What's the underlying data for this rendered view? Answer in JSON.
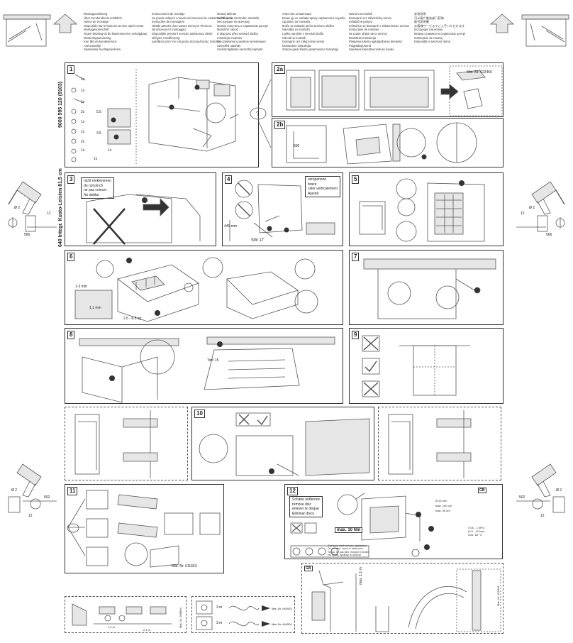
{
  "header": {
    "lang_cols": [
      [
        "Montageanleitung",
        "Über Kundendienst erhältlich",
        "Notice de montage",
        "Disponible par le biais du service après-vente",
        "Montagevoorschrift",
        "Tegen betaling bij de klantenservice verkrijgbaar",
        "Monteringsanvisning",
        "Kan fås via kundeservice",
        "Asennusohje",
        "Saatavissa huoltopalvelusta"
      ],
      [
        "Instrucciones de montaje",
        "Se puede adquirir a través del Servicio de Asistencia Técnica",
        "Instruções de montagem",
        "Obtido através dos nossos Serviços Técnicos",
        "Istruzioni per il montaggio",
        "Disponibile presso il servizio assistenza clienti",
        "Οδηγίες τοποθέτησης",
        "Διατίθεται από την υπηρεσία εξυπηρέτησης πελατών"
      ],
      [
        "Montaj talimatı",
        "Yetkili servis üzerinden alınabilir",
        "Инструкция по монтажу",
        "Можно получить в сервисном центре",
        "Montážní návod",
        "K dispozici přes servisní služby",
        "Instrukcja montażu",
        "Do uzyskania w punkcie serwisowym",
        "Szerelési utasítás",
        "Vevőszolgálaton keresztül kapható"
      ],
      [
        "Упатство за монтажа",
        "Може да се набави преку сервисната служба",
        "Uputstvo za montažu",
        "Može se nabaviti preko servisne službe",
        "Navodila za montažo",
        "Lahko naročite v servisni službi",
        "Návod na montáž",
        "Dostupný cez zákaznícky servis",
        "Montavimo instrukcija",
        "Galima gauti klientų aptarnavimo tarnyboje"
      ],
      [
        "Návod na montáž",
        "Dostupné cez zákaznícky servis",
        "Inštalačné pokyny",
        "Inštrukcie sú dostupné v zákazníckom servise",
        "Instrucțiuni de montare",
        "Se poate obține de la service",
        "Montāžas instrukcija",
        "Pieejama klientu apkalpošanas dienestā",
        "Paigaldusjuhend",
        "Saadaval klienditeeninduse kaudu"
      ],
      [
        "安装说明",
        "可从客户服务部门获取",
        "取付説明書",
        "お客様サービスでご入手いただけます",
        "Інструкція з монтажу",
        "Можна отримати в сервісному центрі",
        "Instrucțiuni de montaj",
        "Disponibil la serviciul clienți"
      ]
    ]
  },
  "document": {
    "part_number": "9000 595 120 (9103)",
    "side_label": "640 Integr. Kusto-Leisten 81,5 cm"
  },
  "panels": {
    "p1": {
      "num": "1",
      "parts": [
        "1x",
        "1x",
        "1x",
        "2x",
        "1x",
        "1x",
        "2x",
        "1x",
        "1x",
        "1x"
      ],
      "mm1": "5,5",
      "mm2": "3,5"
    },
    "p2a": {
      "num": "2a",
      "mat": "Mat.-Nr. 622456"
    },
    "p2b": {
      "num": "2b",
      "dim": "600"
    },
    "p3": {
      "num": "3",
      "warning": [
        "nicht einklemmen",
        "do not pinch",
        "ne pas coincer",
        "No doblar"
      ]
    },
    "p4": {
      "num": "4",
      "warning": [
        "verspannen",
        "brace",
        "caler verticalement",
        "Ajustar"
      ],
      "wrench": "SW 17",
      "dim": "445 mm"
    },
    "p5": {
      "num": "5"
    },
    "p6": {
      "num": "6",
      "load": "2,5 - 8,5 kg",
      "dims": [
        "1-3 mm",
        "1,1 mm"
      ]
    },
    "p7": {
      "num": "7"
    },
    "p8": {
      "num": "8",
      "torx": "Torx 15"
    },
    "p9": {
      "num": "9"
    },
    "p10": {
      "num": "10"
    },
    "p11": {
      "num": "11",
      "mat": "Mat.-Nr. 611653"
    },
    "p12": {
      "num": "12",
      "gb": "GB",
      "warning": [
        "Schabe entfernen",
        "remove disc",
        "enlever le disque",
        "Eliminar disco"
      ],
      "torque": "max. 10 Nm",
      "hose_note": [
        "Schlauch nicht knicken, quetschen",
        "Do not kink, crush or twist hose",
        "Tuyau: ne pas plier, écraser ni tordre",
        "No doblar, aplastar ni retorcer"
      ],
      "press": [
        "0,05 - 1 MPa",
        "(0,5 - 10 bar)",
        "max. 60 °C"
      ],
      "dim1": "Ø 22 mm",
      "dim2": "max. 100 cm",
      "dim3": "max. 90 cm"
    },
    "pgb": {
      "gb": "GB",
      "height": "max. 1,1 m",
      "mat": "Mat.-Nr. 425449"
    },
    "bottom_left": {
      "mat": "Mat.-Nr. 356984",
      "dims": [
        "1,2 m",
        "2,1 m"
      ]
    },
    "bottom_mid": {
      "len1": "3 m",
      "len2": "3 m",
      "mat1": "Mat.-Nr. 644533",
      "mat2": "Mat.-Nr. 644534"
    },
    "side": {
      "dim_a": "566",
      "dim_b": "502",
      "dia": "Ø 2",
      "height": "12"
    }
  }
}
